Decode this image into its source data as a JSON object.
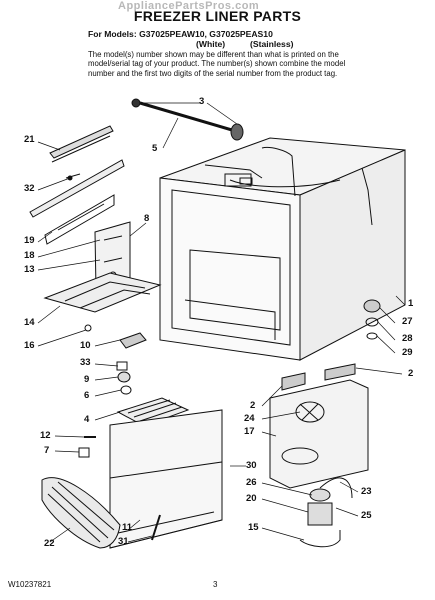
{
  "header": {
    "watermark": "AppliancePartsPros.com",
    "title": "FREEZER LINER PARTS",
    "models": "For Models: G37025PEAW10, G37025PEAS10",
    "variant_white": "(White)",
    "variant_stainless": "(Stainless)",
    "note": "The model(s) number shown may be different than what is printed on the model/serial tag of your product. The number(s) shown combine the model number and the first two digits of the serial number from the product tag."
  },
  "callouts": [
    "3",
    "5",
    "21",
    "32",
    "19",
    "18",
    "13",
    "8",
    "14",
    "16",
    "10",
    "33",
    "9",
    "6",
    "4",
    "12",
    "7",
    "22",
    "11",
    "31",
    "1",
    "27",
    "28",
    "29",
    "2",
    "2",
    "24",
    "17",
    "30",
    "26",
    "20",
    "23",
    "25",
    "15"
  ],
  "footer": {
    "doc_number": "W10237821",
    "page": "3"
  },
  "colors": {
    "ink": "#111111",
    "watermark": "#b8b8b8",
    "paper": "#ffffff"
  }
}
